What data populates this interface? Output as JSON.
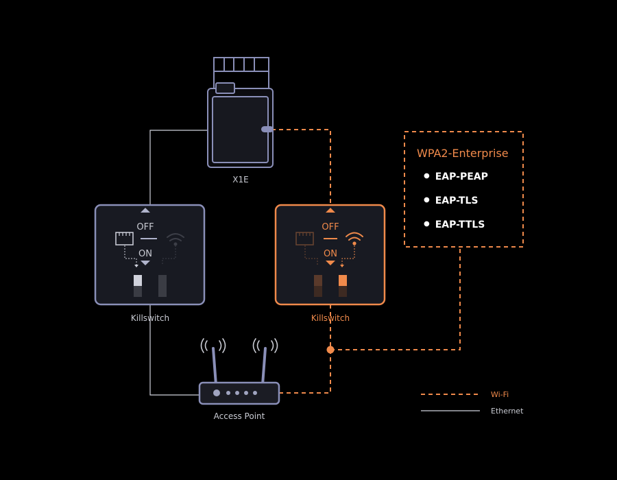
{
  "devices": {
    "x1e_label": "X1E",
    "killswitch_left_label": "Killswitch",
    "killswitch_right_label": "Killswitch",
    "access_point_label": "Access Point",
    "switch_off_text": "OFF",
    "switch_on_text": "ON"
  },
  "auth": {
    "title": "WPA2-Enterprise",
    "methods": [
      "EAP-PEAP",
      "EAP-TLS",
      "EAP-TTLS"
    ]
  },
  "legend": {
    "wifi": "Wi-Fi",
    "ethernet": "Ethernet"
  },
  "colors": {
    "accent": "#f08a4b",
    "device_stroke": "#8a8fb8",
    "line_ethernet": "#d0d2dc"
  }
}
